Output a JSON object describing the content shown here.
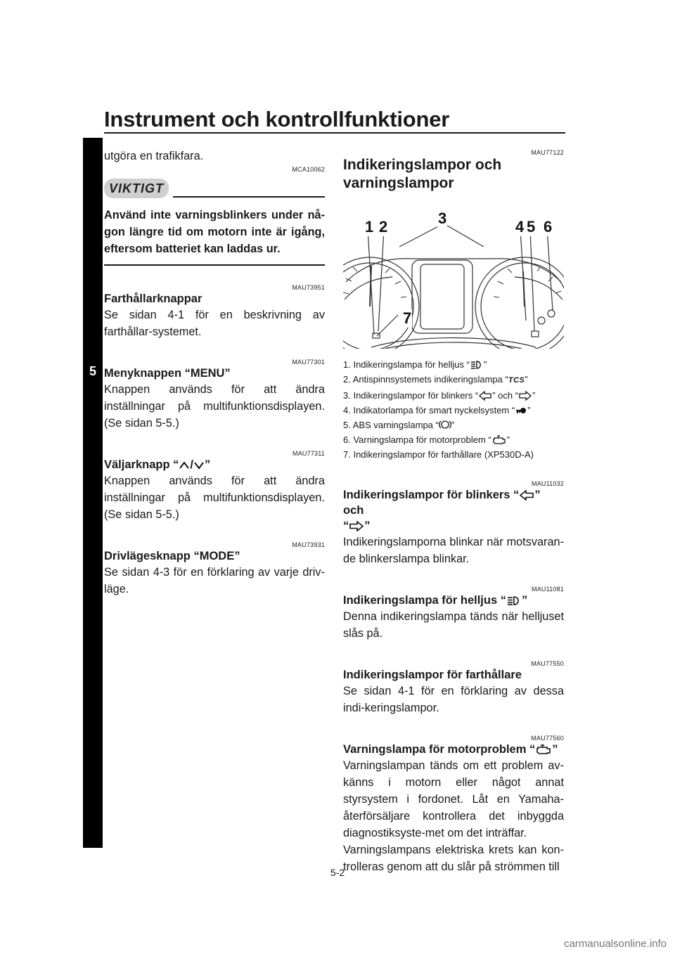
{
  "header": {
    "title": "Instrument och kontrollfunktioner",
    "chapter": "5"
  },
  "left": {
    "intro": "utgöra en trafikfara.",
    "viktigt": {
      "code": "MCA10062",
      "label": "VIKTIGT",
      "text": "Använd inte varningsblinkers under nå-gon längre tid om motorn inte är igång, eftersom batteriet kan laddas ur."
    },
    "sections": [
      {
        "code": "MAU73951",
        "heading": "Farthållarknappar",
        "body": "Se sidan 4-1 för en beskrivning av farthållar-systemet."
      },
      {
        "code": "MAU77301",
        "heading": "Menyknappen “MENU”",
        "body": "Knappen används för att ändra inställningar på multifunktionsdisplayen. (Se sidan 5-5.)"
      },
      {
        "code": "MAU77311",
        "heading_pre": "Väljarknapp “",
        "heading_sep": "/",
        "heading_post": "”",
        "body": "Knappen används för att ändra inställningar på multifunktionsdisplayen. (Se sidan 5-5.)"
      },
      {
        "code": "MAU73931",
        "heading": "Drivlägesknapp “MODE”",
        "body": "Se sidan 4-3 för en förklaring av varje driv-läge."
      }
    ]
  },
  "right": {
    "main_code": "MAU77122",
    "main_heading_1": "Indikeringslampor och",
    "main_heading_2": "varningslampor",
    "figure_callouts": [
      "1",
      "2",
      "3",
      "4",
      "5",
      "6",
      "7"
    ],
    "legend": [
      {
        "pre": "1. Indikeringslampa för helljus “",
        "icon": "high-beam-icon",
        "post": "”"
      },
      {
        "pre": "2. Antispinnsystemets indikeringslampa “",
        "tcs": "TCS",
        "post": "”"
      },
      {
        "pre": "3. Indikeringslampor för blinkers “",
        "icon": "left-arrow-icon",
        "mid": "” och “",
        "icon2": "right-arrow-icon",
        "post": "”"
      },
      {
        "pre": "4. Indikatorlampa för smart nyckelsystem “",
        "icon": "smart-key-icon",
        "post": "”"
      },
      {
        "pre": "5. ABS varningslampa “",
        "icon": "abs-icon",
        "post": "”"
      },
      {
        "pre": "6. Varningslampa för motorproblem “",
        "icon": "engine-icon",
        "post": "”"
      },
      {
        "text": "7. Indikeringslampor för farthållare (XP530D-A)"
      }
    ],
    "sections": [
      {
        "code": "MAU11032",
        "heading_pre": "Indikeringslampor för blinkers “",
        "heading_mid": "” och",
        "heading_line2_pre": "“",
        "heading_line2_post": "”",
        "body": "Indikeringslamporna blinkar när motsvaran-de blinkerslampa blinkar."
      },
      {
        "code": "MAU11081",
        "heading_pre": "Indikeringslampa för helljus “",
        "heading_post": "”",
        "body": "Denna indikeringslampa tänds när helljuset slås på."
      },
      {
        "code": "MAU77550",
        "heading": "Indikeringslampor för farthållare",
        "body": "Se sidan 4-1 för en förklaring av dessa indi-keringslampor."
      },
      {
        "code": "MAU77560",
        "heading_pre": "Varningslampa för motorproblem “",
        "heading_post": "”",
        "body": "Varningslampan tänds om ett problem av-känns i motorn eller något annat styrsystem i fordonet. Låt en Yamaha-återförsäljare kontrollera det inbyggda diagnostiksyste-met om det inträffar.",
        "body2": "Varningslampans elektriska krets kan kon-trolleras genom att du slår på strömmen till"
      }
    ]
  },
  "footer": {
    "page": "5-2",
    "watermark": "carmanualsonline.info"
  }
}
